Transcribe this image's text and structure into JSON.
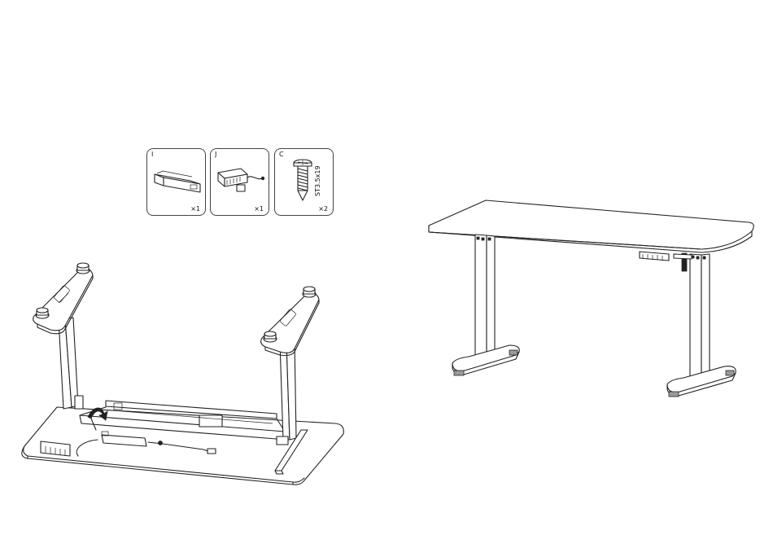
{
  "parts": [
    {
      "letter": "I",
      "qty": "×1",
      "icon": "control-box-icon"
    },
    {
      "letter": "J",
      "qty": "×1",
      "icon": "control-panel-icon"
    },
    {
      "letter": "C",
      "qty": "×2",
      "icon": "screw-icon",
      "spec": "ST3.5x19"
    }
  ]
}
